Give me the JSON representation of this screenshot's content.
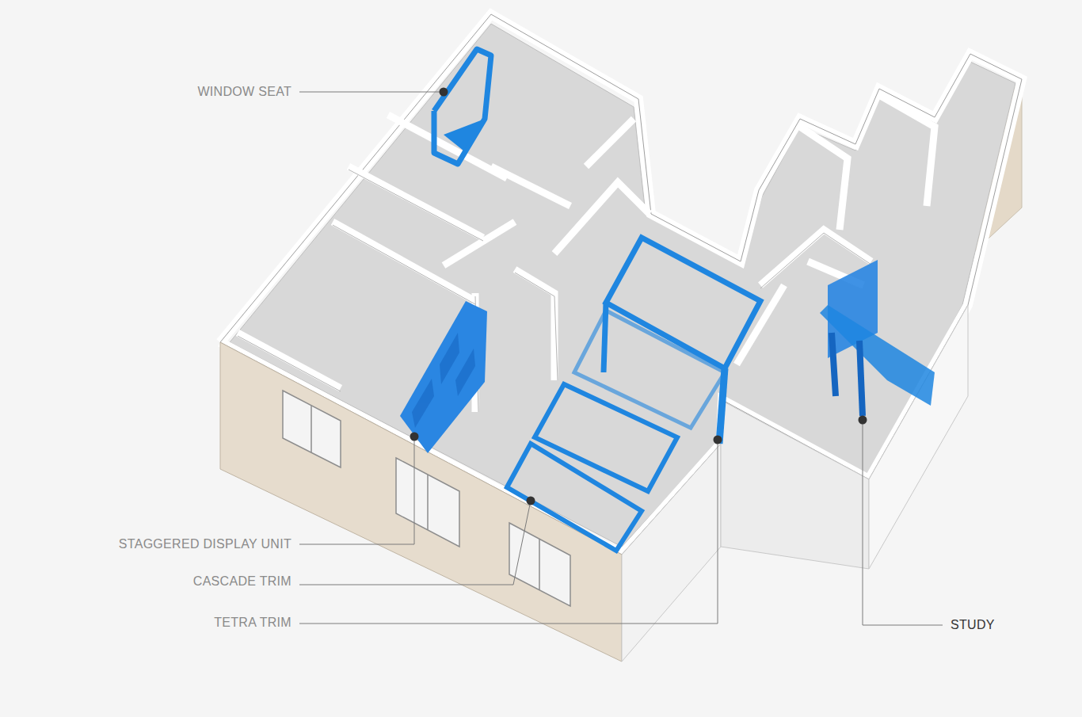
{
  "diagram": {
    "labels": [
      "WINDOW SEAT",
      "STAGGERED DISPLAY UNIT",
      "CASCADE TRIM",
      "TETRA TRIM",
      "STUDY"
    ]
  }
}
